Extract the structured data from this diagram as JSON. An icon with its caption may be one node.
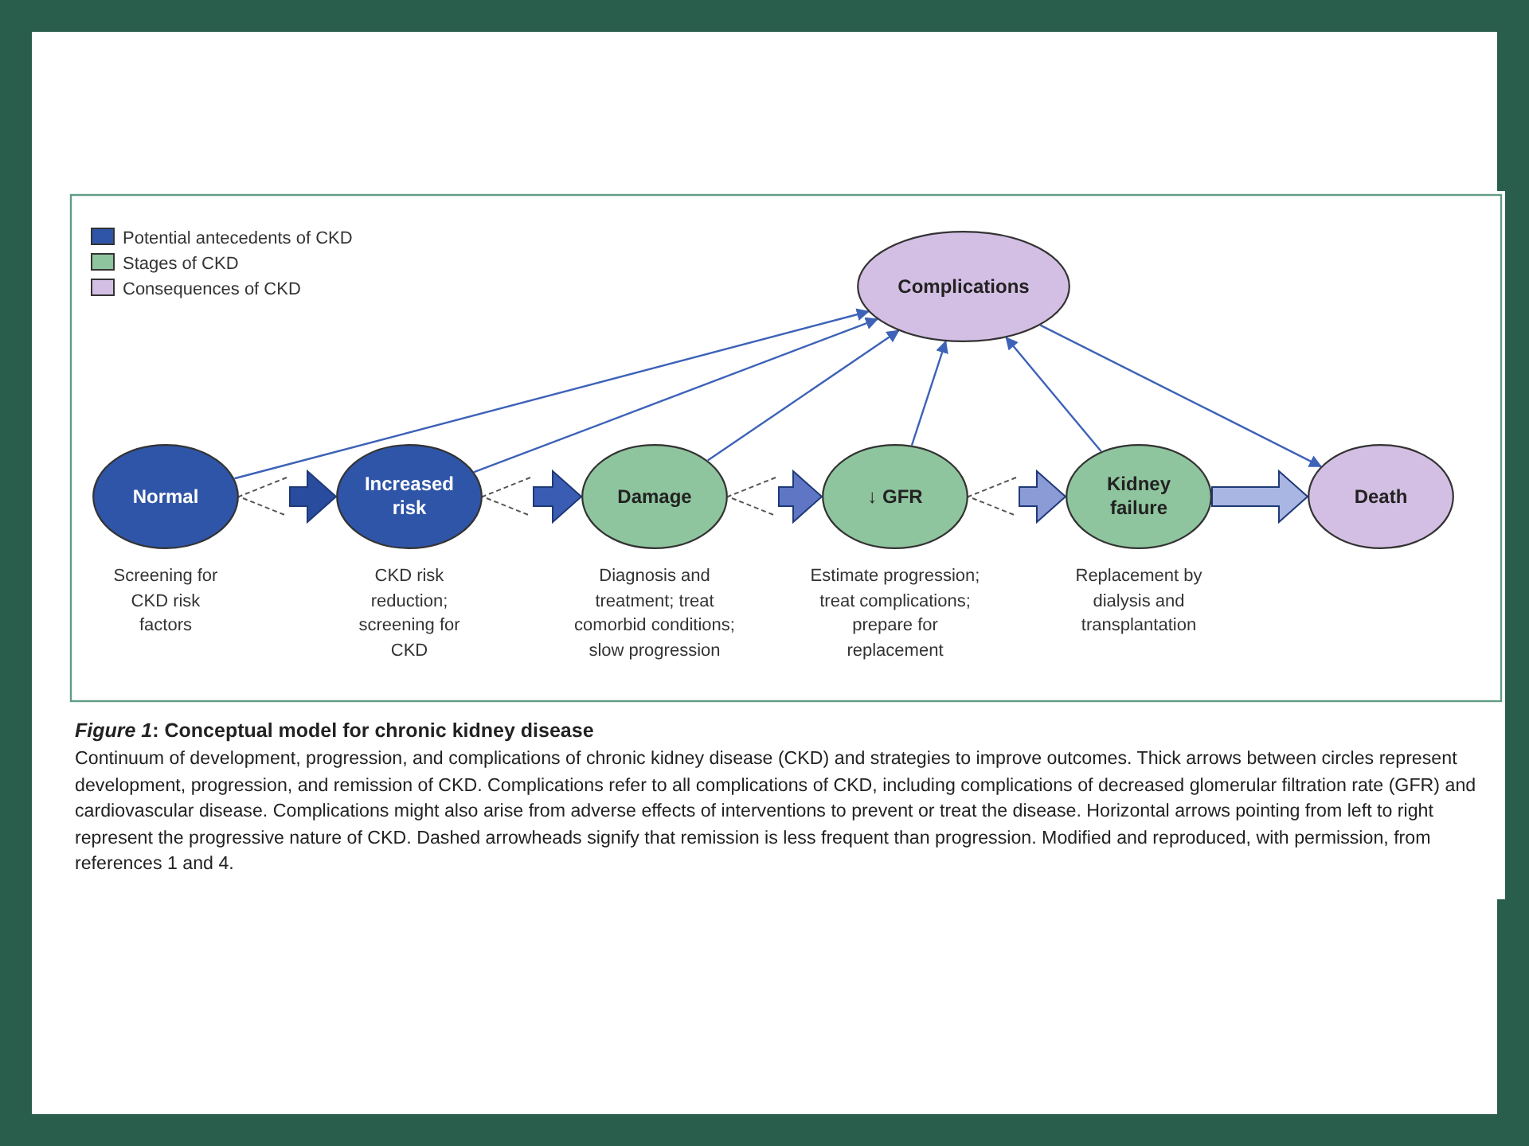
{
  "diagram": {
    "title": "*Figure 1*: Conceptual model for chronic kidney disease",
    "caption": "Continuum of development, progression, and complications of chronic kidney disease (CKD) and strategies to improve outcomes. Thick arrows between circles represent development, progression, and remission of CKD. Complications refer to all complications of CKD, including complications of decreased glomerular filtration rate (GFR) and cardiovascular disease. Complications might also arise from adverse effects of interventions to prevent or treat the disease. Horizontal arrows pointing from left to right represent the progressive nature of CKD. Dashed arrowheads signify that remission is less frequent than progression. Modified and reproduced, with permission, from references 1 and 4.",
    "nodes": [
      {
        "text": [
          "Complications"
        ]
      },
      {
        "text": [
          "Normal"
        ],
        "beside": [
          "Screening for CKD risk factors"
        ]
      },
      {
        "text": [
          "Increased risk"
        ],
        "beside": [
          "CKD risk reduction; screening for CKD"
        ]
      },
      {
        "text": [
          "Damage"
        ],
        "beside": [
          "Diagnosis and treatment; treat comorbid conditions; slow progression"
        ]
      },
      {
        "text": [
          "↓ GFR"
        ],
        "beside": [
          "Estimate progression; treat complications; prepare for replacement"
        ]
      },
      {
        "text": [
          "Kidney failure"
        ],
        "beside": [
          "Replacement by dialysis and transplantation"
        ]
      },
      {
        "text": [
          "Death"
        ]
      }
    ],
    "edges": [
      {
        "from": 1,
        "to": 2,
        "arrow": "to",
        "style": "thick",
        "color": "#2a4c9e"
      },
      {
        "from": 2,
        "to": 1,
        "arrow": "to",
        "style": "dashed",
        "color": "#555555"
      },
      {
        "from": 2,
        "to": 3,
        "arrow": "to",
        "style": "thick",
        "color": "#3a5cb2"
      },
      {
        "from": 3,
        "to": 2,
        "arrow": "to",
        "style": "dashed",
        "color": "#555555"
      },
      {
        "from": 3,
        "to": 4,
        "arrow": "to",
        "style": "thick",
        "color": "#5e76c4"
      },
      {
        "from": 4,
        "to": 3,
        "arrow": "to",
        "style": "dashed",
        "color": "#555555"
      },
      {
        "from": 4,
        "to": 5,
        "arrow": "to",
        "style": "thick",
        "color": "#8b9bd6"
      },
      {
        "from": 5,
        "to": 4,
        "arrow": "to",
        "style": "dashed",
        "color": "#555555"
      },
      {
        "from": 5,
        "to": 6,
        "arrow": "to",
        "style": "thick",
        "color": "#a9b5e2"
      },
      {
        "from": 1,
        "to": 0,
        "arrow": "to"
      },
      {
        "from": 2,
        "to": 0,
        "arrow": "to"
      },
      {
        "from": 3,
        "to": 0,
        "arrow": "to"
      },
      {
        "from": 4,
        "to": 0,
        "arrow": "to"
      },
      {
        "from": 5,
        "to": 0,
        "arrow": "to"
      },
      {
        "from": 0,
        "to": 6,
        "arrow": "to"
      }
    ],
    "legend": [
      {
        "text": "Potential antecedents of CKD",
        "color": "#2f55a8"
      },
      {
        "text": "Stages of CKD",
        "color": "#8fc59e"
      },
      {
        "text": "Consequences of CKD",
        "color": "#d4bfe4"
      }
    ]
  }
}
